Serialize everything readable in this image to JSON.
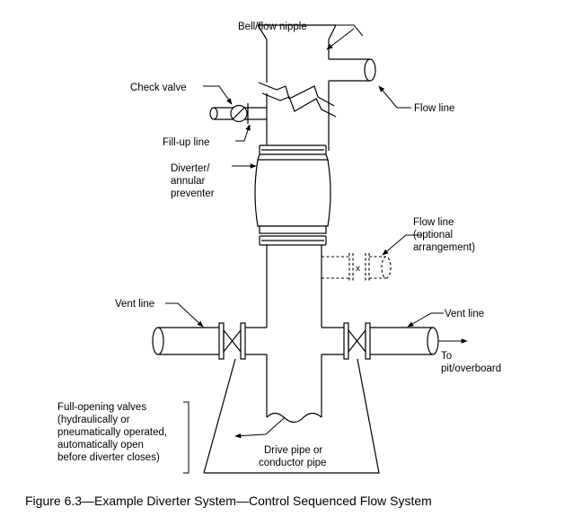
{
  "labels": {
    "bell_flow_nipple": "Bell/flow nipple",
    "check_valve": "Check valve",
    "flow_line": "Flow line",
    "fill_up_line": "Fill-up line",
    "diverter": [
      "Diverter/",
      "annular",
      "preventer"
    ],
    "flow_line_optional": [
      "Flow line",
      "(optional",
      "arrangement)"
    ],
    "vent_line_left": "Vent line",
    "vent_line_right": "Vent line",
    "to_pit": [
      "To",
      "pit/overboard"
    ],
    "full_opening_valves": [
      "Full-opening valves",
      "(hydraulically or",
      "pneumatically operated,",
      "automatically open",
      "before diverter closes)"
    ],
    "drive_pipe": [
      "Drive pipe or",
      "conductor pipe"
    ]
  },
  "caption": "Figure  6.3—Example Diverter System—Control Sequenced Flow System"
}
